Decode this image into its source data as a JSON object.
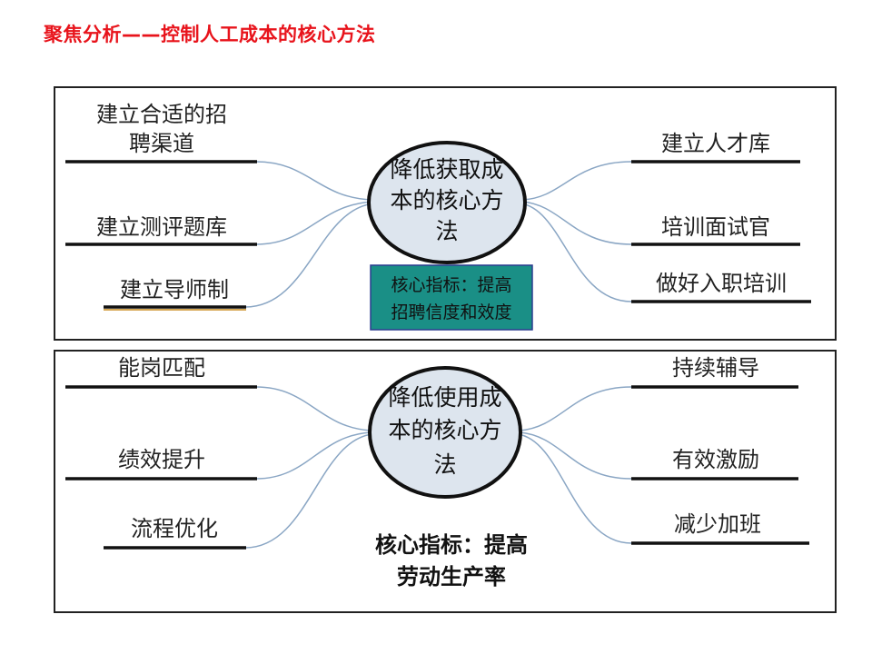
{
  "page": {
    "title": "聚焦分析——控制人工成本的核心方法",
    "title_color": "#e8131b"
  },
  "top_panel": {
    "center": [
      "降低获取成",
      "本的核心方",
      "法"
    ],
    "left_items": [
      [
        "建立合适的招",
        "聘渠道"
      ],
      [
        "建立测评题库"
      ],
      [
        "建立导师制"
      ]
    ],
    "right_items": [
      [
        "建立人才库"
      ],
      [
        "培训面试官"
      ],
      [
        "做好入职培训"
      ]
    ],
    "kpi": [
      "核心指标：提高",
      "招聘信度和效度"
    ],
    "kpi_bg": "#1a8f86",
    "accent_underline": "#c98a1a"
  },
  "bottom_panel": {
    "center": [
      "降低使用成",
      "本的核心方",
      "法"
    ],
    "left_items": [
      [
        "能岗匹配"
      ],
      [
        "绩效提升"
      ],
      [
        "流程优化"
      ]
    ],
    "right_items": [
      [
        "持续辅导"
      ],
      [
        "有效激励"
      ],
      [
        "减少加班"
      ]
    ],
    "kpi": [
      "核心指标：提高",
      "劳动生产率"
    ]
  },
  "colors": {
    "connector": "#8aa6c4",
    "circle_fill": "#dde5ee",
    "underline": "#111111"
  }
}
